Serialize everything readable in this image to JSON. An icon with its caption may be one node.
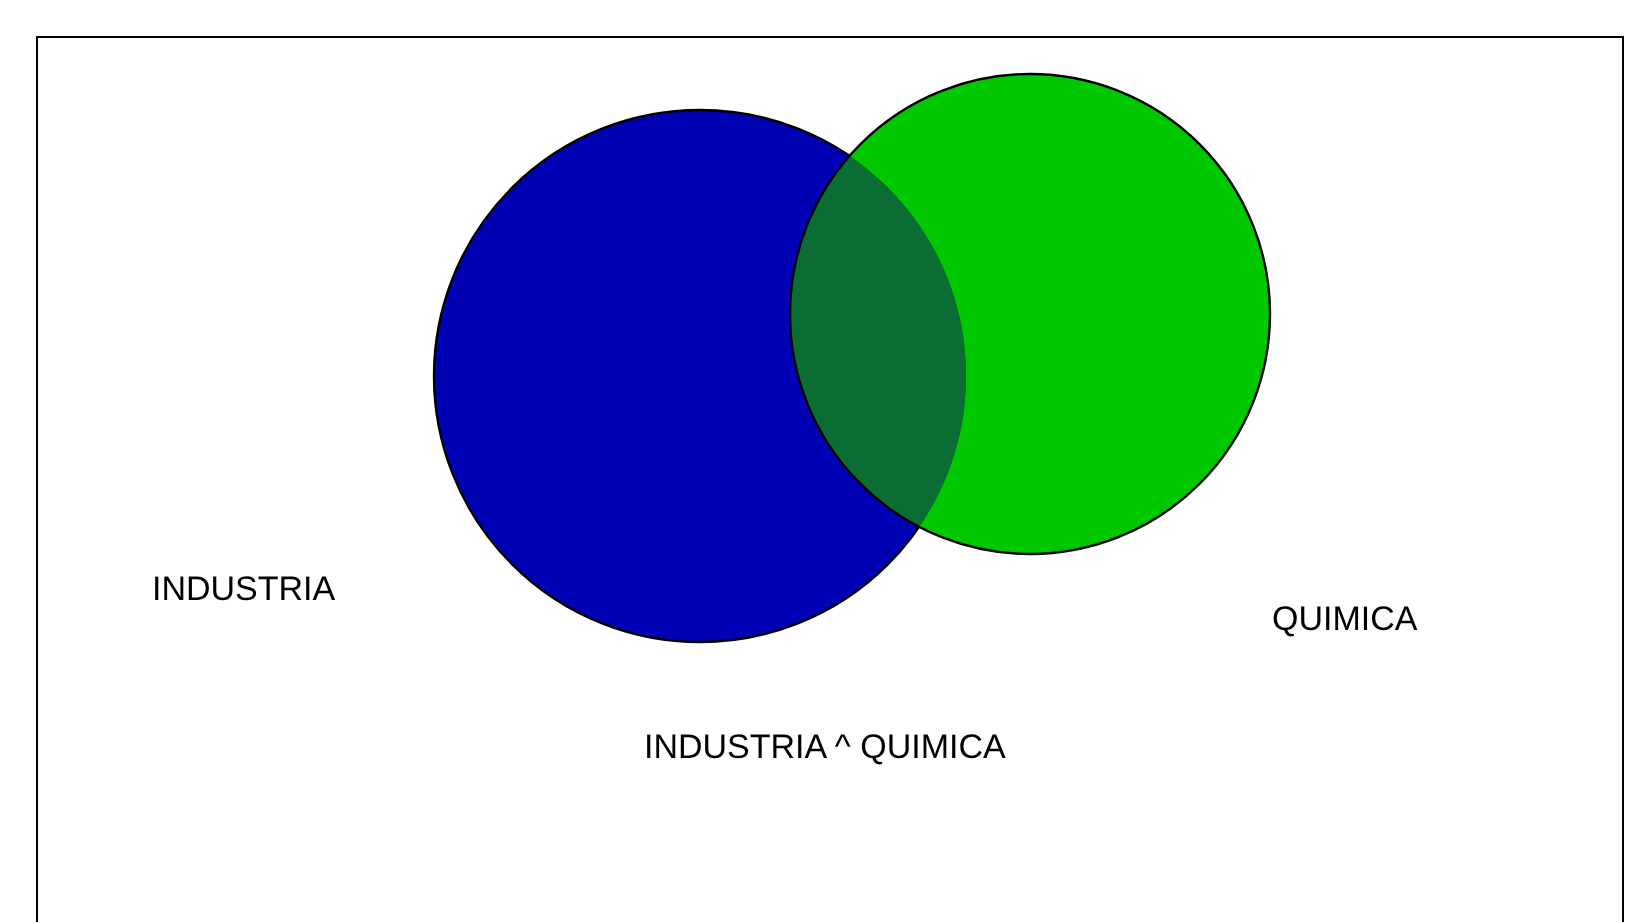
{
  "diagram": {
    "nodes": [
      {
        "text": [],
        "shape": "circle",
        "beside": [
          "INDUSTRIA"
        ]
      },
      {
        "text": [],
        "shape": "circle",
        "beside": [
          "QUIMICA"
        ]
      }
    ],
    "edges": [],
    "labels": [
      "INDUSTRIA ^ QUIMICA"
    ]
  }
}
